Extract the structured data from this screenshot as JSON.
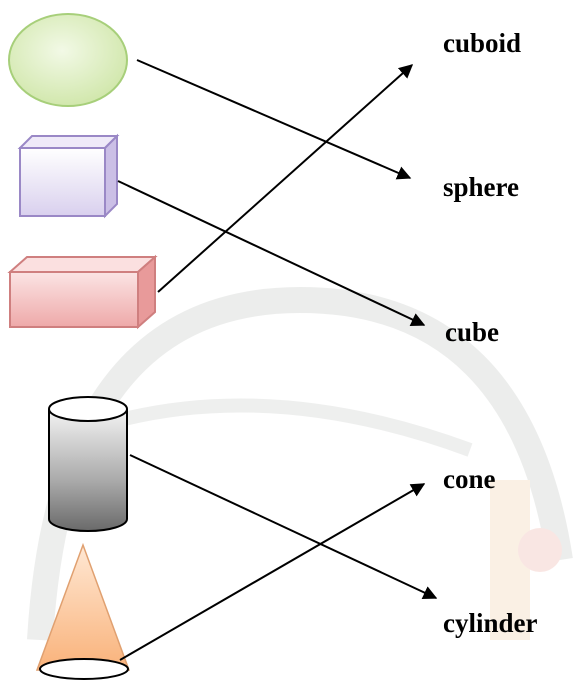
{
  "labels": {
    "cuboid": "cuboid",
    "sphere": "sphere",
    "cube": "cube",
    "cone": "cone",
    "cylinder": "cylinder"
  },
  "colors": {
    "sphere_fill": "#dff0c4",
    "sphere_stroke": "#9ccc6a",
    "cube_fill": "#ece6f6",
    "cube_stroke": "#9a88c6",
    "cuboid_fill": "#f6d0d0",
    "cuboid_stroke": "#cf7f7f",
    "cylinder_top": "#ffffff",
    "cylinder_bottom": "#6e6e6e",
    "cone_fill": "#fbc99c",
    "cone_stroke": "#e0a070"
  }
}
